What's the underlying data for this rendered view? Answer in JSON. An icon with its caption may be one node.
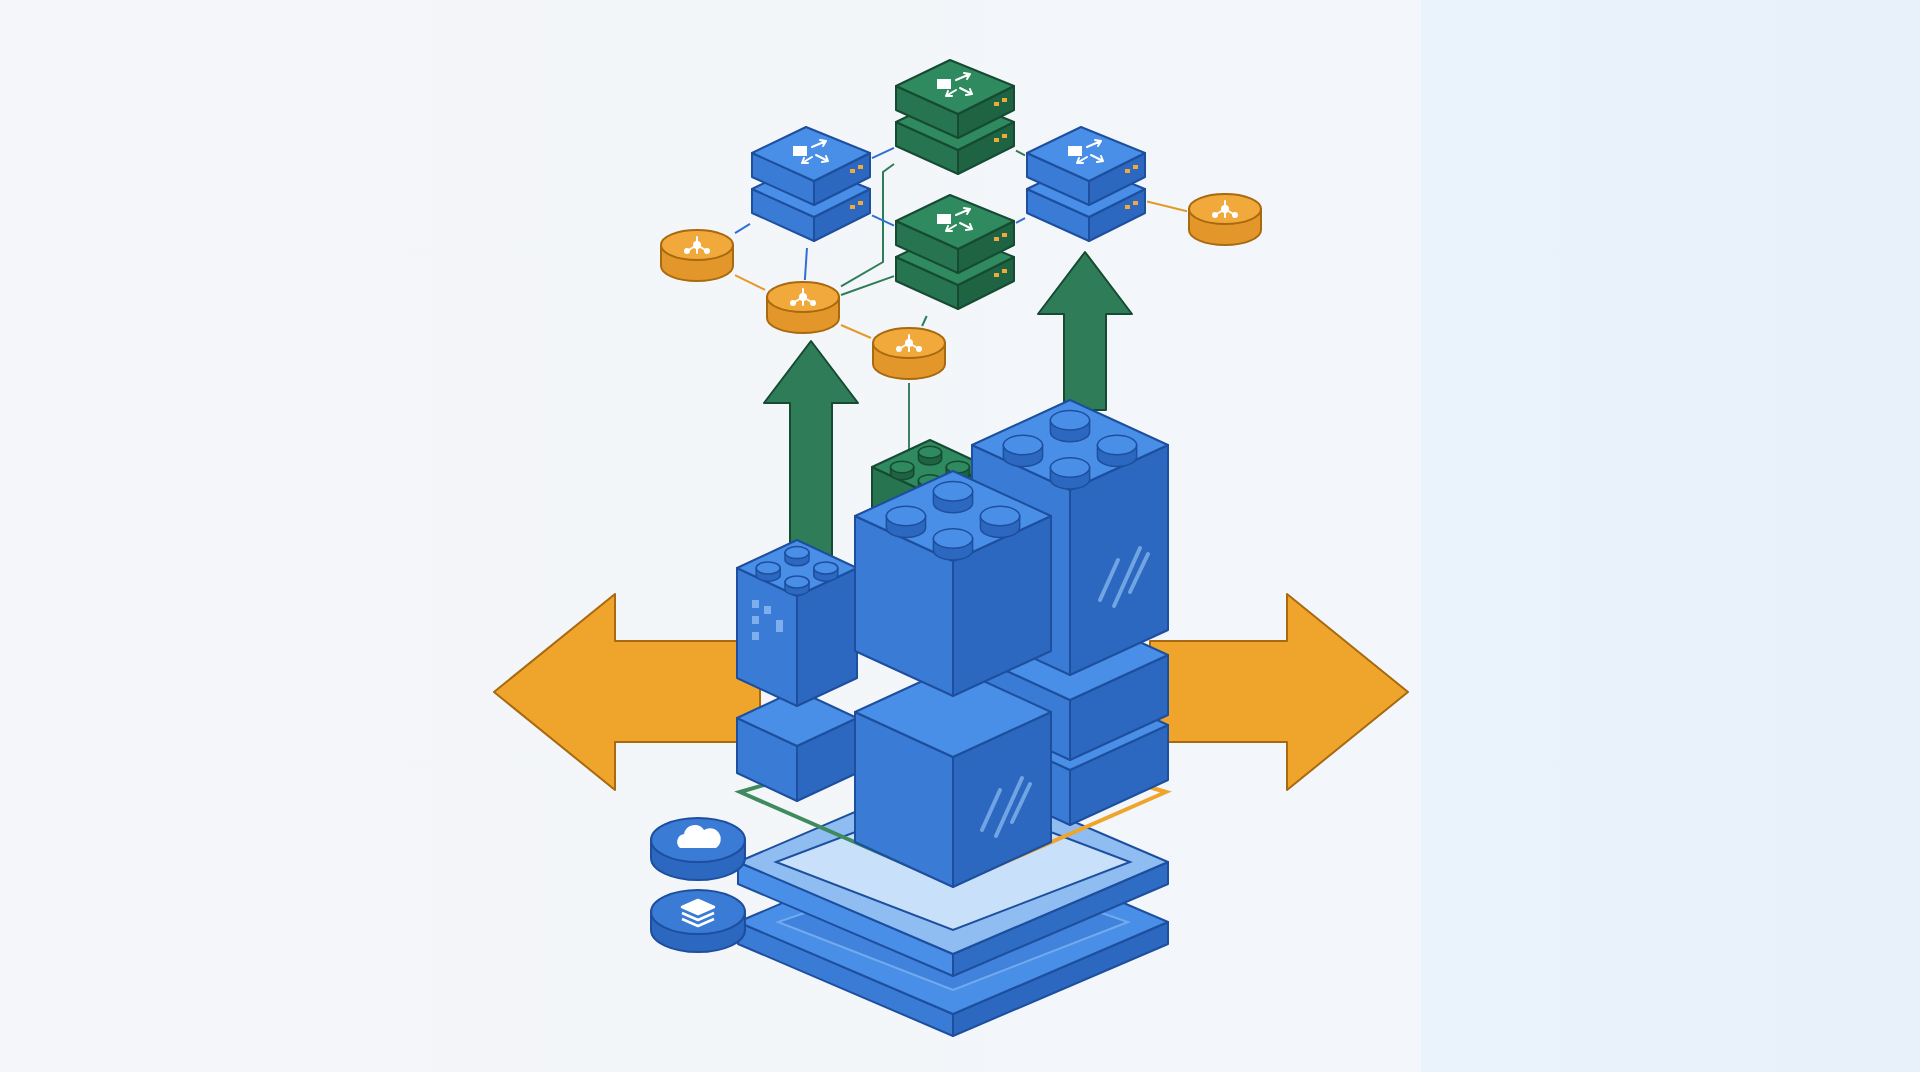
{
  "diagram": {
    "nodes": [
      {
        "text": [],
        "shape": "stack"
      },
      {
        "text": [],
        "shape": "stack"
      },
      {
        "text": [],
        "shape": "stack"
      },
      {
        "text": [],
        "shape": "stack"
      },
      {
        "text": [],
        "shape": "cylinder"
      },
      {
        "text": [],
        "shape": "cylinder"
      },
      {
        "text": [],
        "shape": "cylinder"
      },
      {
        "text": [],
        "shape": "cylinder"
      },
      {
        "text": [],
        "shape": "picture"
      }
    ],
    "edges": [
      {
        "from": 1,
        "to": 0,
        "arrow": "none",
        "color": "#2f6fd0"
      },
      {
        "from": 0,
        "to": 2,
        "arrow": "none",
        "color": "#2e7d57"
      },
      {
        "from": 0,
        "to": 6,
        "arrow": "none",
        "color": "#2e7d57"
      },
      {
        "from": 1,
        "to": 4,
        "arrow": "none",
        "color": "#2f6fd0"
      },
      {
        "from": 1,
        "to": 6,
        "arrow": "none",
        "color": "#2f6fd0"
      },
      {
        "from": 1,
        "to": 3,
        "arrow": "none",
        "color": "#2f6fd0"
      },
      {
        "from": 2,
        "to": 3,
        "arrow": "none",
        "color": "#2f6fd0"
      },
      {
        "from": 2,
        "to": 5,
        "arrow": "none",
        "color": "#e39a2a"
      },
      {
        "from": 4,
        "to": 6,
        "arrow": "none",
        "color": "#e39a2a"
      },
      {
        "from": 6,
        "to": 3,
        "arrow": "none",
        "color": "#2e7d57"
      },
      {
        "from": 6,
        "to": 7,
        "arrow": "none",
        "color": "#e39a2a"
      },
      {
        "from": 3,
        "to": 7,
        "arrow": "none",
        "color": "#2e7d57"
      },
      {
        "from": 7,
        "to": 8,
        "arrow": "none",
        "color": "#3f7f63"
      },
      {
        "from": 8,
        "to": 6,
        "arrow": "to",
        "style": "thick",
        "color": "#2f7d58"
      },
      {
        "from": 8,
        "to": 2,
        "arrow": "to",
        "style": "thick",
        "color": "#2f7d58"
      }
    ]
  }
}
